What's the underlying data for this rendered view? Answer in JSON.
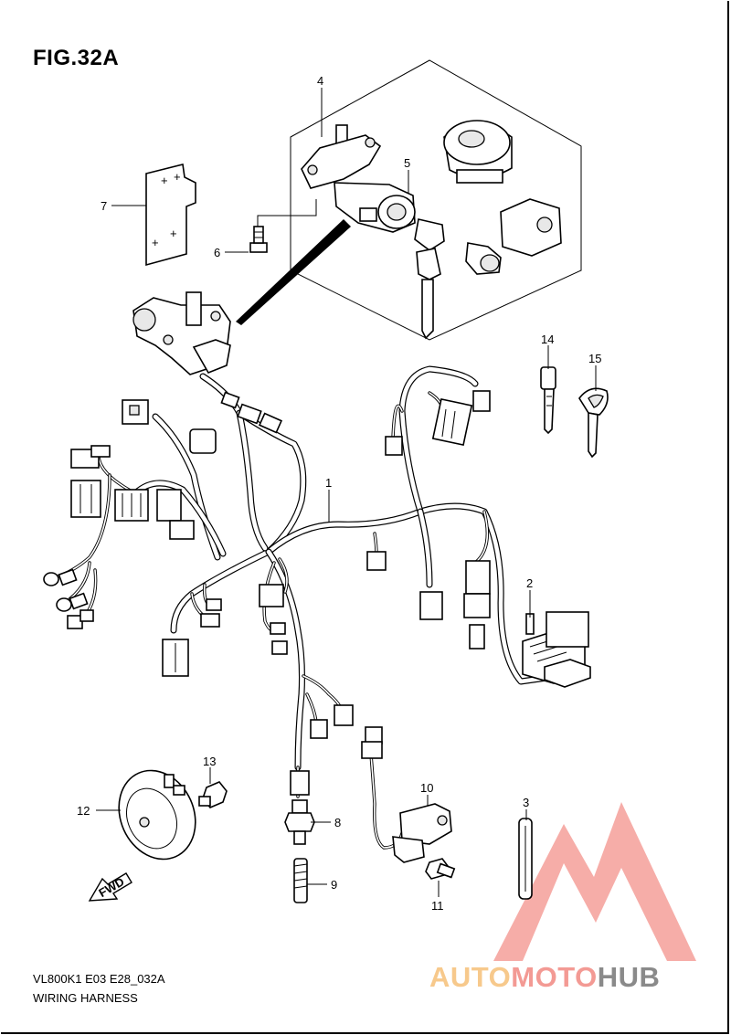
{
  "figure": {
    "title": "FIG.32A",
    "model_code": "VL800K1 E03 E28_032A",
    "section_name": "WIRING HARNESS"
  },
  "callouts": [
    {
      "id": "1",
      "part": "wiring-harness"
    },
    {
      "id": "2",
      "part": "fuse-box"
    },
    {
      "id": "3",
      "part": "fuse"
    },
    {
      "id": "4",
      "part": "ignition-switch-set"
    },
    {
      "id": "5",
      "part": "ignition-switch"
    },
    {
      "id": "6",
      "part": "bolt"
    },
    {
      "id": "7",
      "part": "bracket-plate"
    },
    {
      "id": "8",
      "part": "neutral-switch"
    },
    {
      "id": "9",
      "part": "washer"
    },
    {
      "id": "10",
      "part": "sensor"
    },
    {
      "id": "11",
      "part": "bolt"
    },
    {
      "id": "12",
      "part": "horn"
    },
    {
      "id": "13",
      "part": "nut"
    },
    {
      "id": "14",
      "part": "key-blank"
    },
    {
      "id": "15",
      "part": "key-blank"
    }
  ],
  "direction_badge": "FWD",
  "watermark": {
    "part1": "AUTO",
    "part2": "MOTO",
    "part3": "HUB",
    "colors": {
      "auto": "#f7c98c",
      "moto": "#f39a94",
      "hub": "#8a8a8a",
      "logo": "#f3928c"
    }
  }
}
